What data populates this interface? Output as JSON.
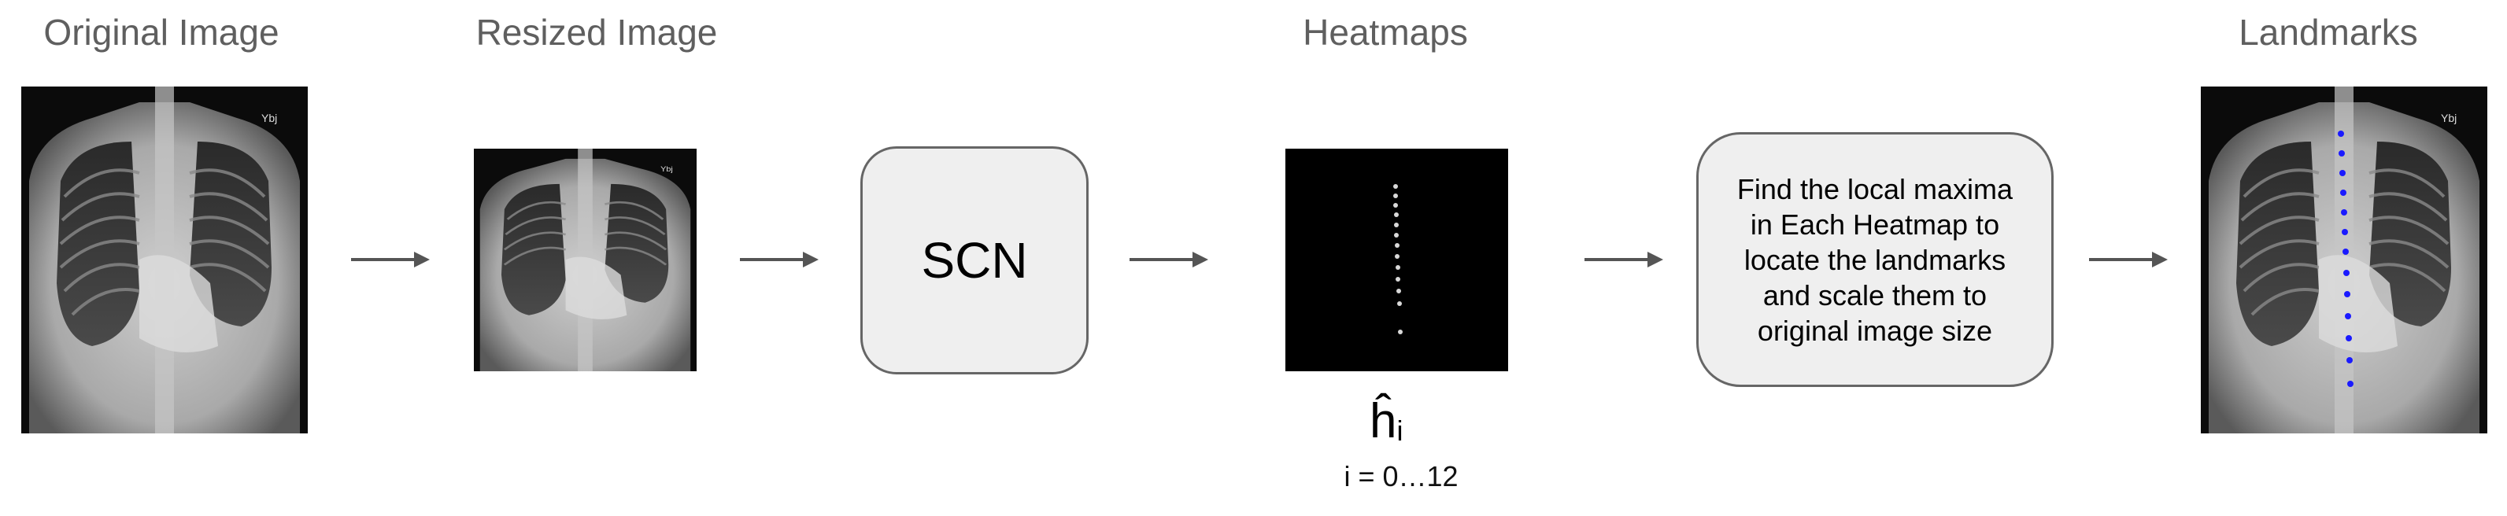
{
  "stages": {
    "original_title": "Original Image",
    "resized_title": "Resized Image",
    "heatmaps_title": "Heatmaps",
    "landmarks_title": "Landmarks"
  },
  "xray_marker": "Ybj",
  "scn_label": "SCN",
  "postprocess_label": "Find the local maxima in Each Heatmap to locate the landmarks and scale them to original image size",
  "heatmap_symbol": "ĥ",
  "heatmap_index": "i",
  "heatmap_range": "i = 0…12",
  "colors": {
    "title_text": "#5f5f5f",
    "box_fill": "#efefef",
    "box_border": "#666666",
    "arrow": "#555555",
    "landmark_dots": "#1a1aff",
    "heatmap_dots": "#d8d8d8"
  }
}
